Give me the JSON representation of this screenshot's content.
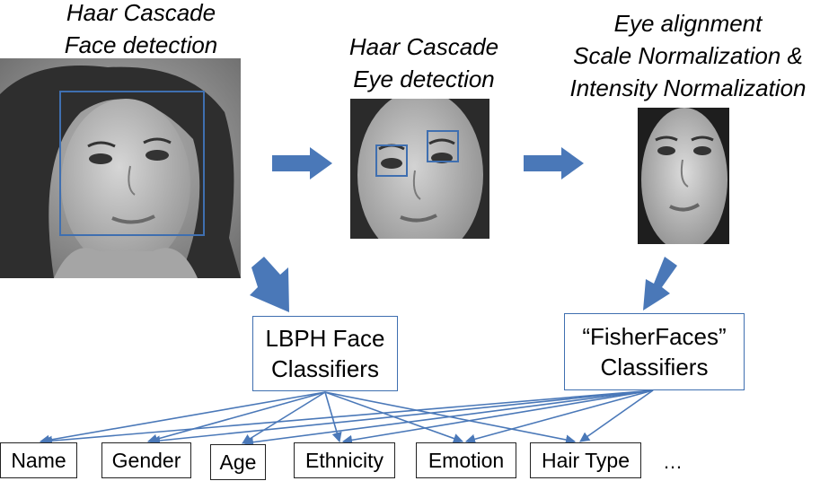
{
  "captions": {
    "face": [
      "Haar Cascade",
      "Face detection"
    ],
    "eye": [
      "Haar Cascade",
      "Eye detection"
    ],
    "align": [
      "Eye alignment",
      "Scale Normalization &",
      "Intensity Normalization"
    ]
  },
  "classifiers": {
    "lbph": [
      "LBPH Face",
      "Classifiers"
    ],
    "fisher": [
      "“FisherFaces”",
      "Classifiers"
    ]
  },
  "outputs": [
    "Name",
    "Gender",
    "Age",
    "Ethnicity",
    "Emotion",
    "Hair Type"
  ],
  "more": "…",
  "colors": {
    "arrow": "#4a78b8",
    "line": "#4a78b8",
    "detect_box": "#3f6fb0"
  }
}
